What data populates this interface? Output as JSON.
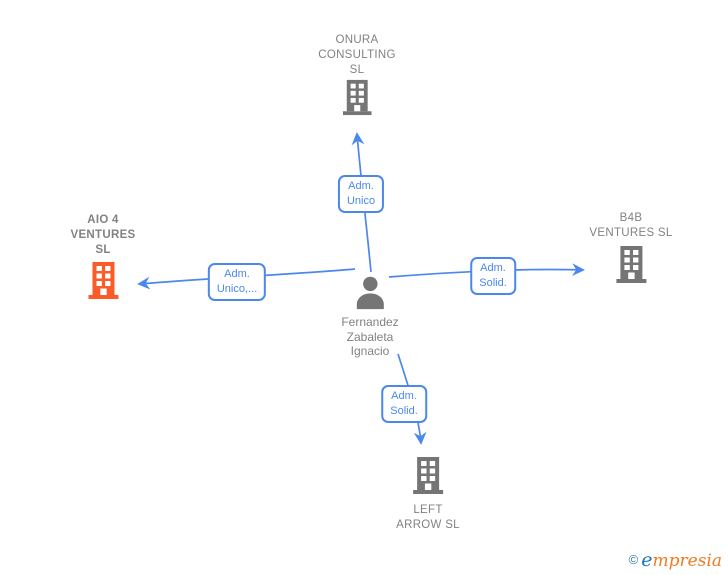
{
  "diagram": {
    "type": "corporate-relations-graph",
    "center_person": {
      "icon": "person-icon",
      "name_lines": [
        "Fernandez",
        "Zabaleta",
        "Ignacio"
      ]
    },
    "nodes": [
      {
        "id": "onura",
        "icon": "building-icon",
        "icon_color": "#757575",
        "lines": [
          "ONURA",
          "CONSULTING",
          "SL"
        ],
        "emphasis": false
      },
      {
        "id": "aio4",
        "icon": "building-icon",
        "icon_color": "#fa5b27",
        "lines": [
          "AIO 4",
          "VENTURES",
          "SL"
        ],
        "emphasis": true
      },
      {
        "id": "b4b",
        "icon": "building-icon",
        "icon_color": "#757575",
        "lines": [
          "B4B",
          "VENTURES  SL"
        ],
        "emphasis": false
      },
      {
        "id": "left-arrow",
        "icon": "building-icon",
        "icon_color": "#757575",
        "lines": [
          "LEFT",
          "ARROW  SL"
        ],
        "emphasis": false
      }
    ],
    "edges": [
      {
        "from": "Fernandez Zabaleta Ignacio",
        "to": "ONURA CONSULTING SL",
        "label_lines": [
          "Adm.",
          "Unico"
        ]
      },
      {
        "from": "Fernandez Zabaleta Ignacio",
        "to": "AIO 4 VENTURES SL",
        "label_lines": [
          "Adm.",
          "Unico,..."
        ]
      },
      {
        "from": "Fernandez Zabaleta Ignacio",
        "to": "B4B VENTURES SL",
        "label_lines": [
          "Adm.",
          "Solid."
        ]
      },
      {
        "from": "Fernandez Zabaleta Ignacio",
        "to": "LEFT ARROW SL",
        "label_lines": [
          "Adm.",
          "Solid."
        ]
      }
    ],
    "colors": {
      "edge_blue": "#4c87ee",
      "node_gray": "#757575",
      "label_gray": "#828282",
      "focus_orange": "#fa5b27"
    }
  },
  "footer": {
    "copyright": "©",
    "brand_e": "e",
    "brand_rest": "mpresia"
  }
}
